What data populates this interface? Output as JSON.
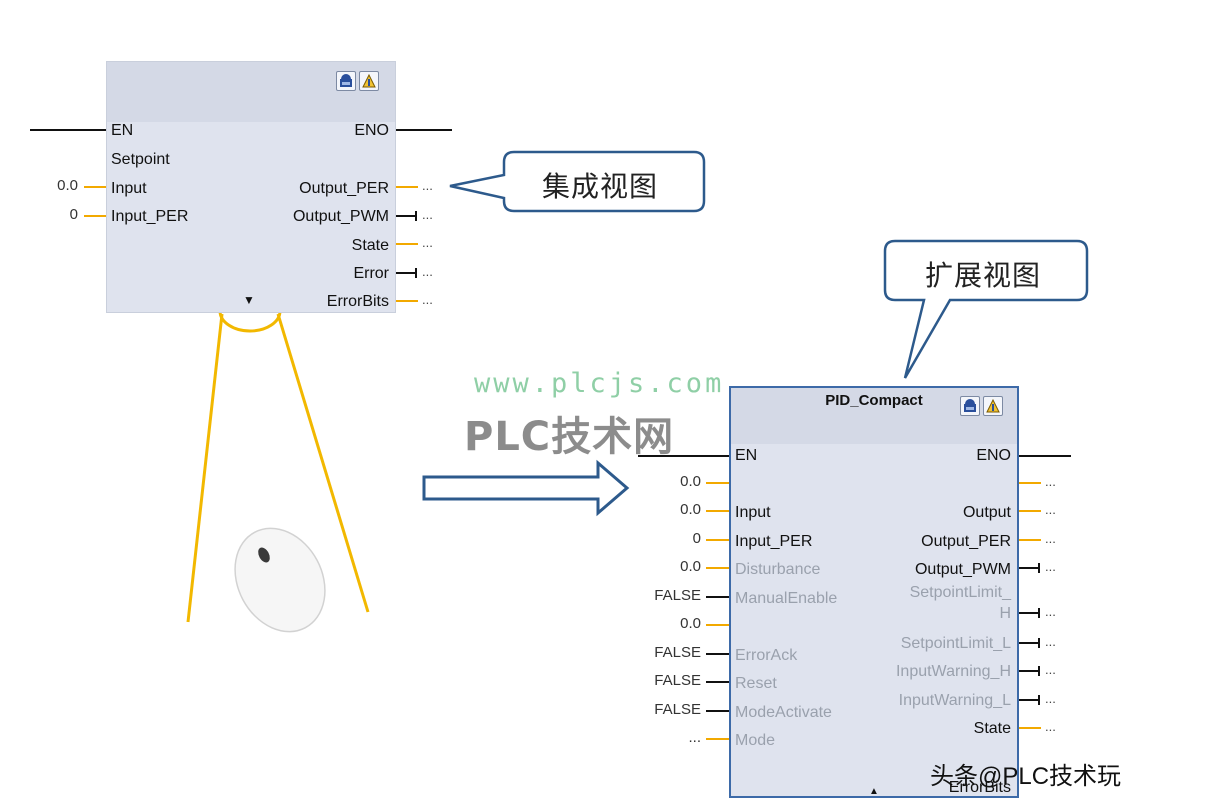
{
  "integrated_view": {
    "callout": "集成视图",
    "inputs": [
      {
        "label": "EN",
        "value": ""
      },
      {
        "label": "Setpoint",
        "value": ""
      },
      {
        "label": "Input",
        "value": "0.0"
      },
      {
        "label": "Input_PER",
        "value": "0"
      }
    ],
    "outputs": [
      {
        "label": "ENO",
        "value": ""
      },
      {
        "label": "Output_PER",
        "value": "..."
      },
      {
        "label": "Output_PWM",
        "value": "..."
      },
      {
        "label": "State",
        "value": "..."
      },
      {
        "label": "Error",
        "value": "..."
      },
      {
        "label": "ErrorBits",
        "value": "..."
      }
    ],
    "expand_symbol": "▼"
  },
  "extended_view": {
    "callout": "扩展视图",
    "title": "PID_Compact",
    "inputs": [
      {
        "label": "EN",
        "value": ""
      },
      {
        "label": "",
        "value": "0.0"
      },
      {
        "label": "Input",
        "value": "0.0"
      },
      {
        "label": "Input_PER",
        "value": "0"
      },
      {
        "label": "Disturbance",
        "value": "0.0"
      },
      {
        "label": "ManualEnable",
        "value": "FALSE"
      },
      {
        "label": "",
        "value": "0.0"
      },
      {
        "label": "ErrorAck",
        "value": "FALSE"
      },
      {
        "label": "Reset",
        "value": "FALSE"
      },
      {
        "label": "ModeActivate",
        "value": "FALSE"
      },
      {
        "label": "Mode",
        "value": "..."
      }
    ],
    "outputs": [
      {
        "label": "ENO",
        "value": ""
      },
      {
        "label": "",
        "value": "..."
      },
      {
        "label": "Output",
        "value": "..."
      },
      {
        "label": "Output_PER",
        "value": "..."
      },
      {
        "label": "Output_PWM",
        "value": "..."
      },
      {
        "label": "SetpointLimit_",
        "value": ""
      },
      {
        "label": "H",
        "value": "..."
      },
      {
        "label": "SetpointLimit_L",
        "value": "..."
      },
      {
        "label": "InputWarning_H",
        "value": "..."
      },
      {
        "label": "InputWarning_L",
        "value": "..."
      },
      {
        "label": "State",
        "value": "..."
      },
      {
        "label": "ErrorBits",
        "value": ""
      }
    ],
    "collapse_symbol": "▲"
  },
  "watermark": {
    "url": "www.plcjs.com",
    "name": "PLC技术网"
  },
  "credit": "头条@PLC技术玩",
  "colors": {
    "block_fill": "#dfe3ee",
    "block_border": "#3d6aa8",
    "pin_wire": "#f2a900",
    "lens": "#f2b800",
    "callout_border": "#2d5a8c",
    "arrow": "#2d5a8c"
  }
}
